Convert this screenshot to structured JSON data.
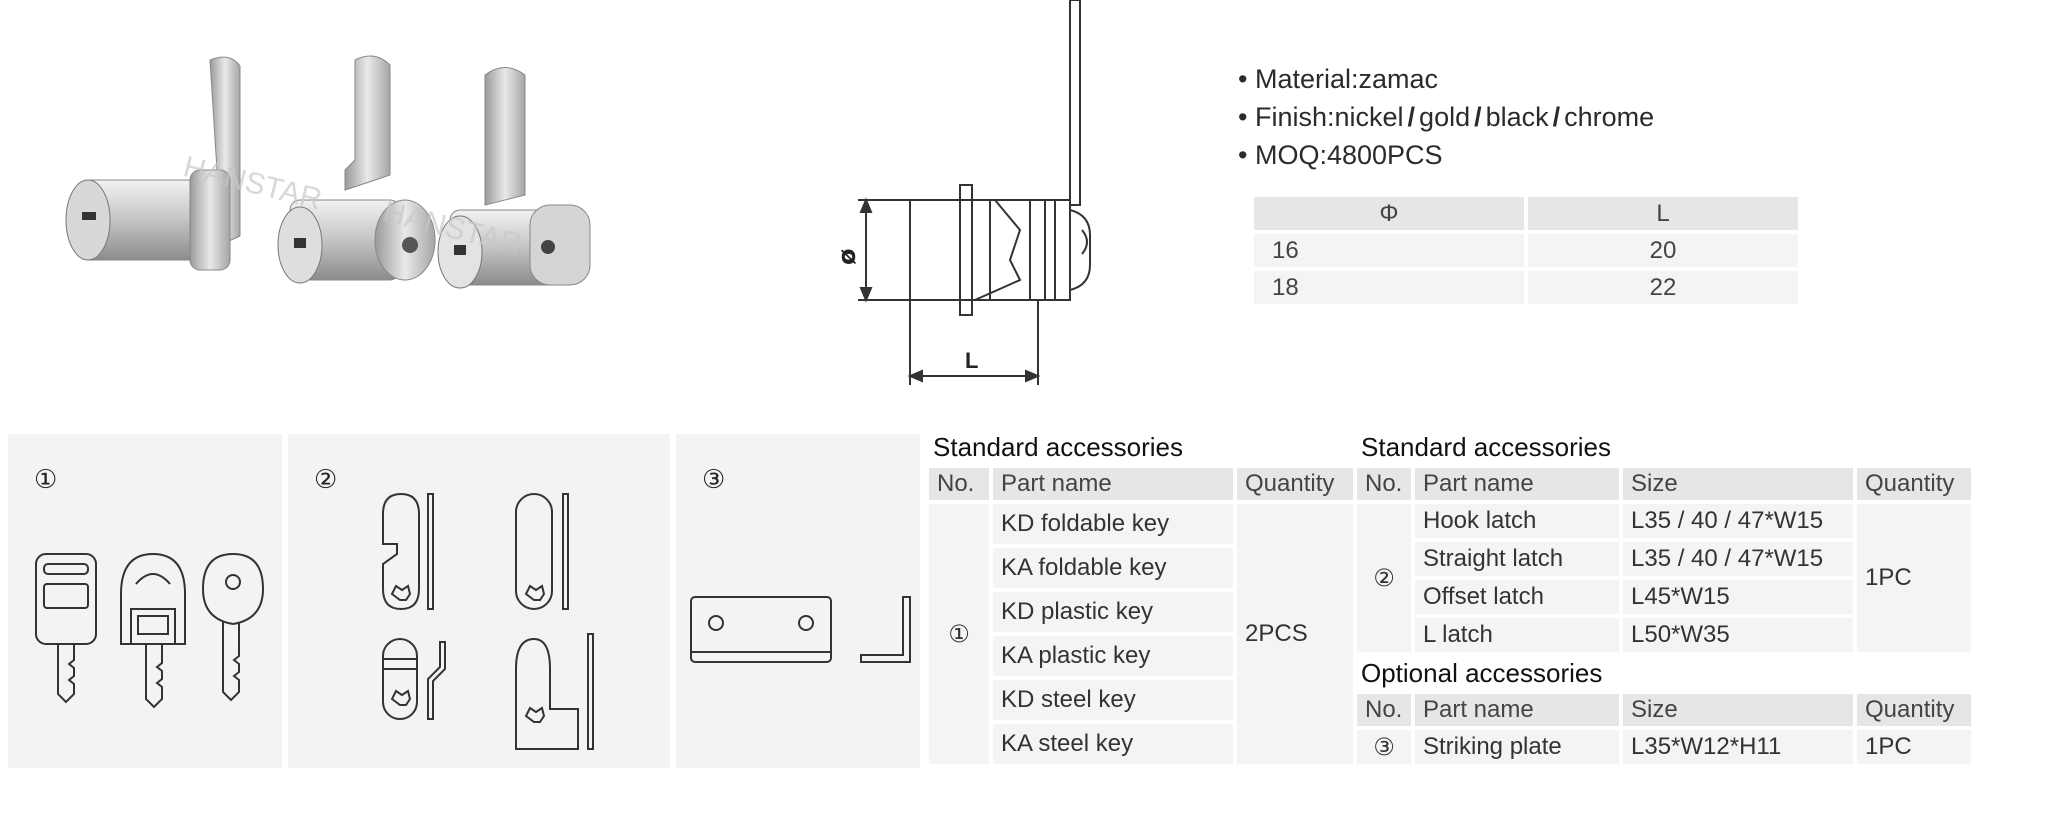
{
  "specs": {
    "material": "Material:zamac",
    "finish_prefix": "Finish:",
    "finishes": [
      "nickel",
      "gold",
      "black",
      "chrome"
    ],
    "moq": "MOQ:4800PCS"
  },
  "watermark": "HANSTAR",
  "drawing": {
    "diameter_label": "ø",
    "length_label": "L"
  },
  "dimension_table": {
    "headers": [
      "Φ",
      "L"
    ],
    "rows": [
      [
        "16",
        "20"
      ],
      [
        "18",
        "22"
      ]
    ]
  },
  "panels": {
    "p1": "①",
    "p2": "②",
    "p3": "③"
  },
  "standard_keys": {
    "title": "Standard accessories",
    "headers": [
      "No.",
      "Part name",
      "Quantity"
    ],
    "no": "①",
    "quantity": "2PCS",
    "items": [
      "KD foldable key",
      "KA foldable key",
      "KD plastic key",
      "KA plastic key",
      "KD steel key",
      "KA steel key"
    ]
  },
  "standard_latches": {
    "title": "Standard accessories",
    "headers": [
      "No.",
      "Part name",
      "Size",
      "Quantity"
    ],
    "no": "②",
    "quantity": "1PC",
    "rows": [
      [
        "Hook latch",
        "L35 / 40 / 47*W15"
      ],
      [
        "Straight latch",
        "L35 / 40 / 47*W15"
      ],
      [
        "Offset latch",
        "L45*W15"
      ],
      [
        "L latch",
        "L50*W35"
      ]
    ]
  },
  "optional": {
    "title": "Optional accessories",
    "headers": [
      "No.",
      "Part name",
      "Size",
      "Quantity"
    ],
    "row": [
      "③",
      "Striking plate",
      "L35*W12*H11",
      "1PC"
    ]
  }
}
